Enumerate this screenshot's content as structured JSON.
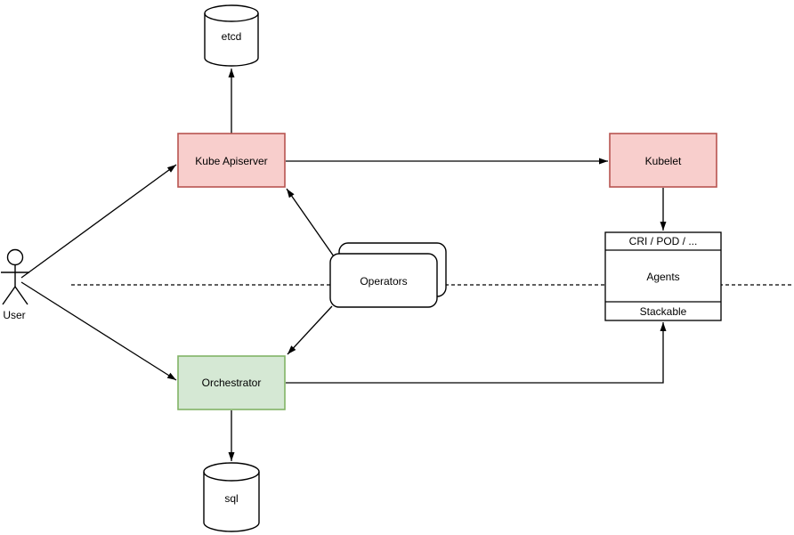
{
  "colors": {
    "red_fill": "#f8cecc",
    "red_stroke": "#b85450",
    "green_fill": "#d5e8d4",
    "green_stroke": "#82b366",
    "shape_fill": "#ffffff",
    "line": "#000000",
    "canvas": "#ffffff"
  },
  "nodes": {
    "etcd": {
      "label": "etcd"
    },
    "kube_apiserver": {
      "label": "Kube Apiserver"
    },
    "kubelet": {
      "label": "Kubelet"
    },
    "operators": {
      "label": "Operators"
    },
    "agents": {
      "header": "CRI / POD / ...",
      "body": "Agents",
      "footer": "Stackable"
    },
    "orchestrator": {
      "label": "Orchestrator"
    },
    "sql": {
      "label": "sql"
    },
    "user": {
      "label": "User"
    }
  },
  "edges": [
    {
      "from": "user",
      "to": "kube_apiserver",
      "arrow": "end"
    },
    {
      "from": "user",
      "to": "orchestrator",
      "arrow": "end"
    },
    {
      "from": "kube_apiserver",
      "to": "etcd",
      "arrow": "end"
    },
    {
      "from": "kube_apiserver",
      "to": "kubelet",
      "arrow": "end"
    },
    {
      "from": "kubelet",
      "to": "agents",
      "arrow": "end"
    },
    {
      "from": "operators",
      "to": "kube_apiserver",
      "arrow": "end"
    },
    {
      "from": "operators",
      "to": "orchestrator",
      "arrow": "end"
    },
    {
      "from": "orchestrator",
      "to": "sql",
      "arrow": "end"
    },
    {
      "from": "orchestrator",
      "to": "agents",
      "arrow": "end"
    },
    {
      "separator": "dashed-horizontal-line"
    }
  ]
}
